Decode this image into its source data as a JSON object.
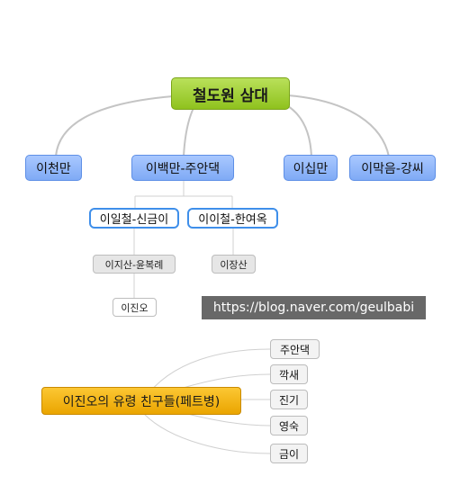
{
  "family_tree": {
    "root": "철도원 삼대",
    "children": {
      "c1": "이천만",
      "c2": "이백만-주안댁",
      "c3": "이십만",
      "c4": "이막음-강씨"
    },
    "grandchildren": {
      "g1": "이일철-신금이",
      "g2": "이이철-한여옥"
    },
    "great_grandchildren": {
      "gg1": "이지산-윤복례",
      "gg2": "이장산"
    },
    "great_great_grandchild": "이진오"
  },
  "watermark": "https://blog.naver.com/geulbabi",
  "ghost_friends": {
    "center": "이진오의 유령 친구들(페트병)",
    "items": [
      "주안댁",
      "깍새",
      "진기",
      "영숙",
      "금이"
    ]
  },
  "colors": {
    "root_green": "#9acd32",
    "level1_blue": "#8fb6fb",
    "level2_border_blue": "#3f8fea",
    "center_orange": "#f5b400",
    "connector_gray": "#c4c4c4"
  }
}
